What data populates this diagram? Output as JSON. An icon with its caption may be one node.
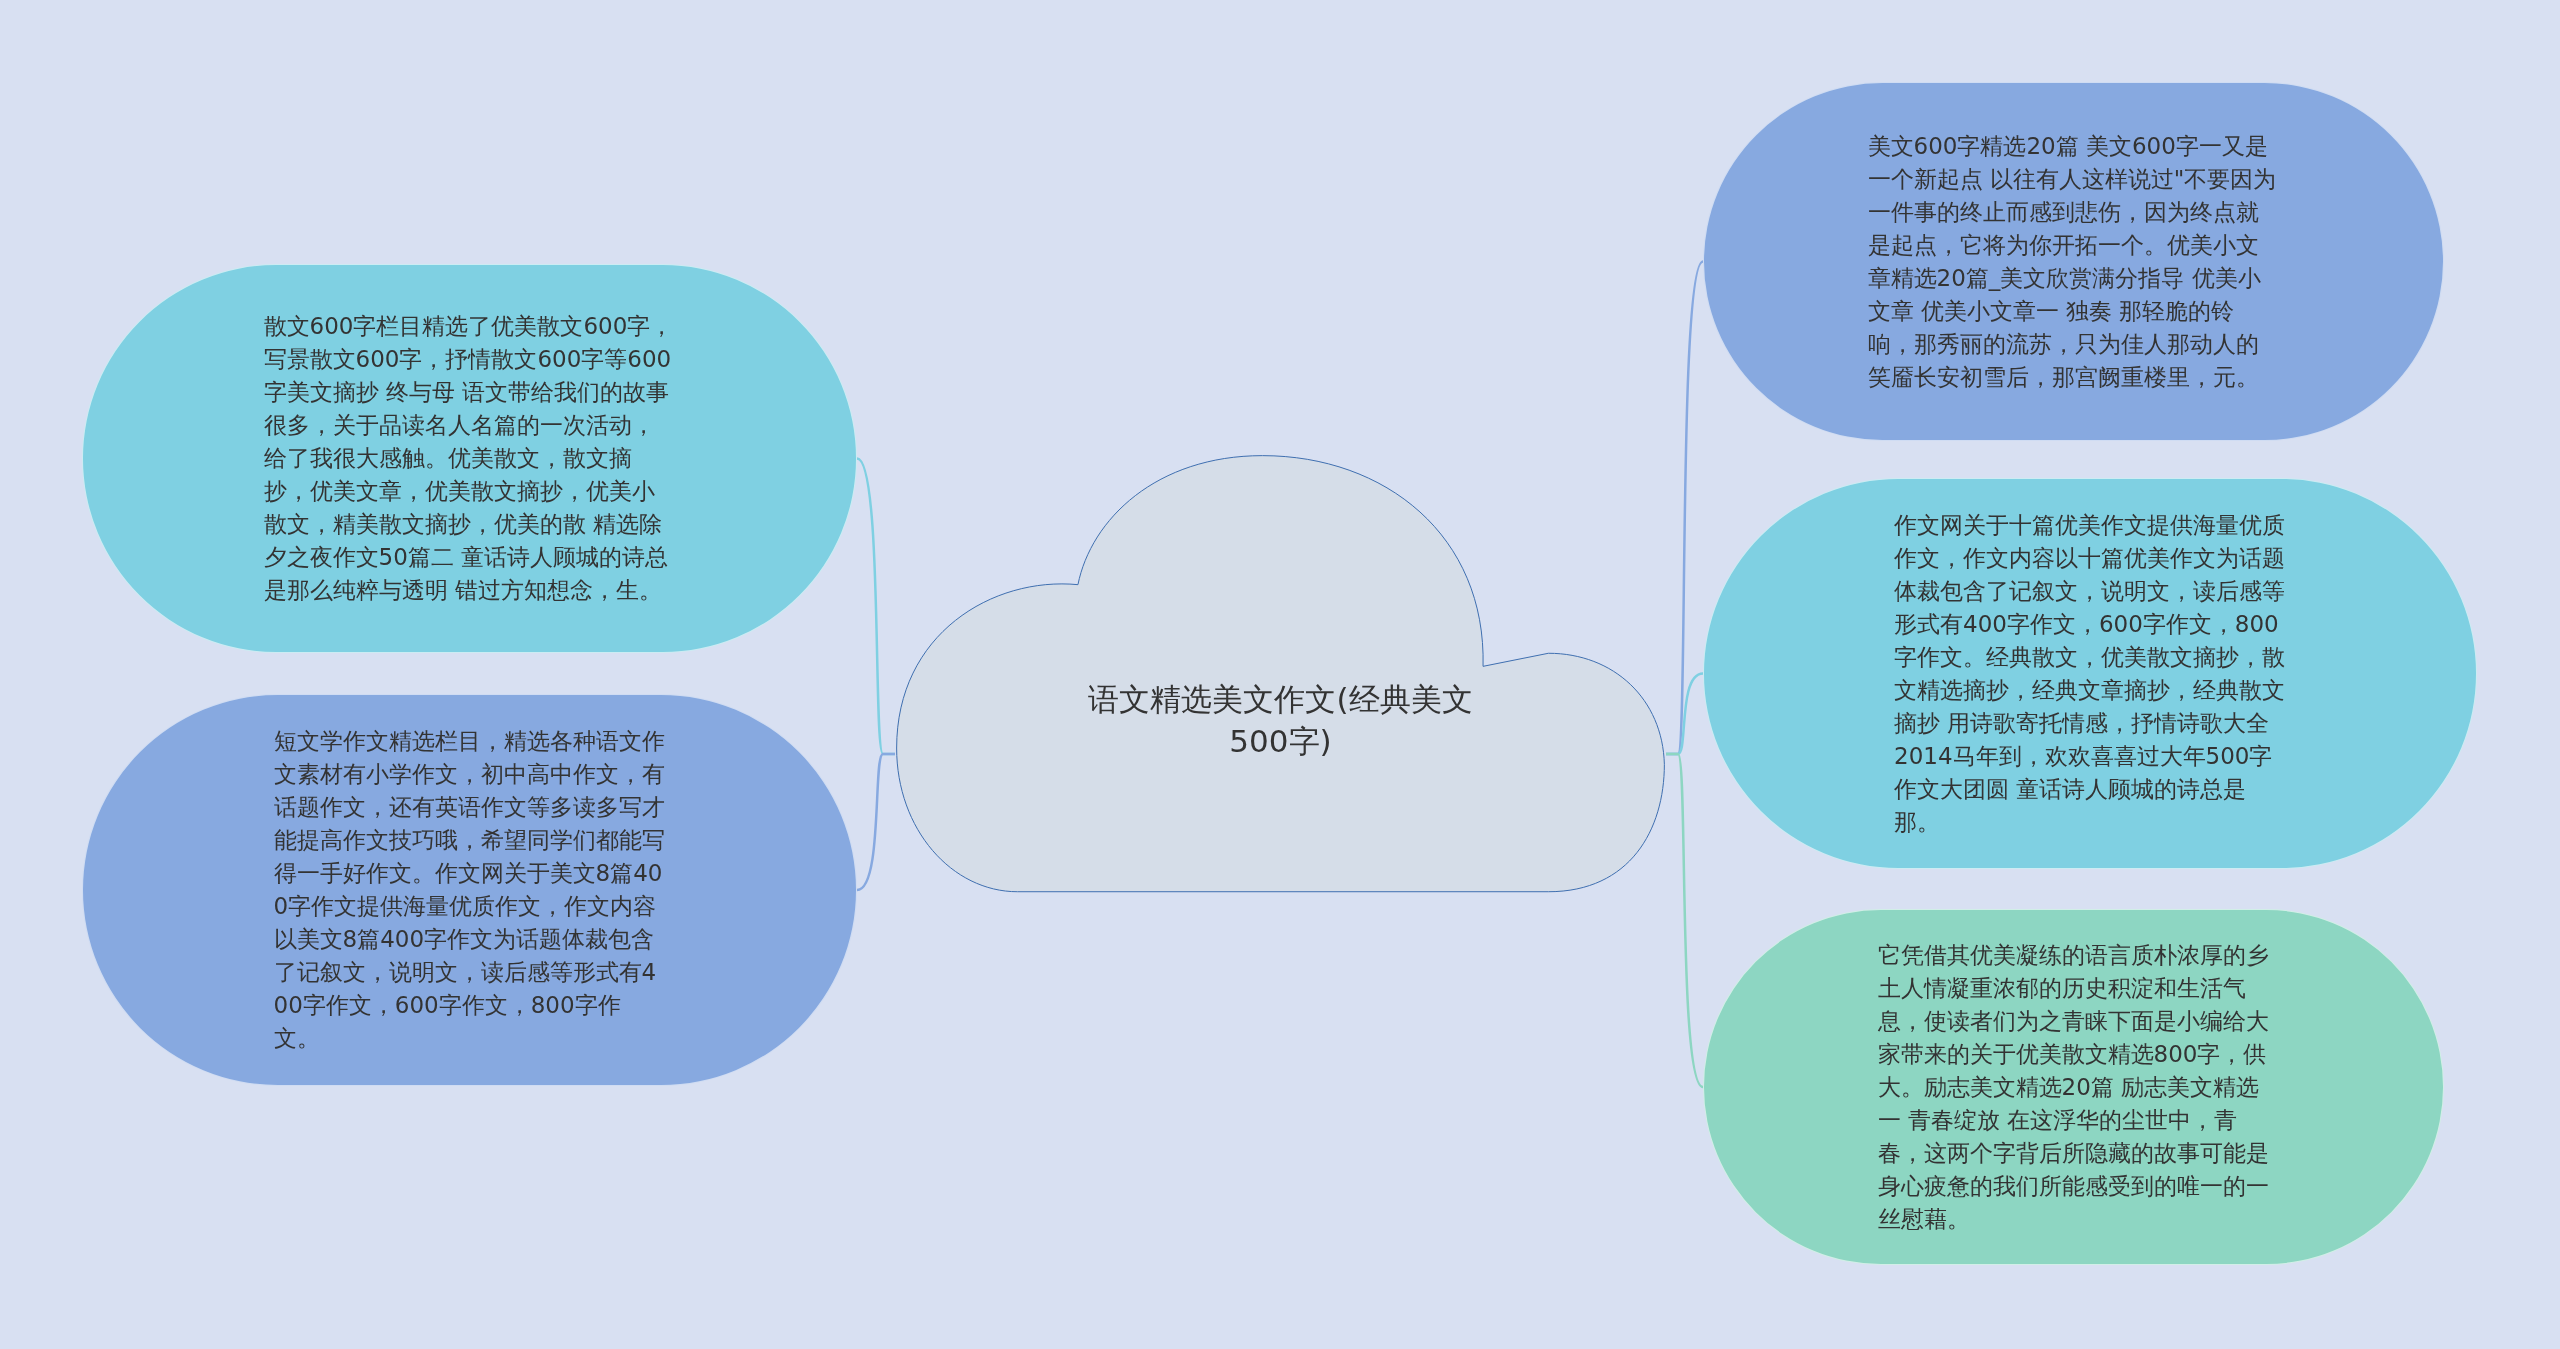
{
  "diagram": {
    "nodes": [
      {
        "text": [
          "语文精选美文作文(经典美文500字)"
        ]
      },
      {
        "text": [
          "散文600字栏目精选了优美散文600字，写景散文600字，抒情散文600字等600字美文摘抄 终与母 语文带给我们的故事很多，关于品读名人名篇的一次活动，给了我很大感触。优美散文，散文摘抄，优美文章，优美散文摘抄，优美小散文，精美散文摘抄，优美的散 精选除夕之夜作文50篇二 童话诗人顾城的诗总是那么纯粹与透明 错过方知想念，生。"
        ]
      },
      {
        "text": [
          "短文学作文精选栏目，精选各种语文作文素材有小学作文，初中高中作文，有话题作文，还有英语作文等多读多写才能提高作文技巧哦，希望同学们都能写得一手好作文。作文网关于美文8篇400字作文提供海量优质作文，作文内容以美文8篇400字作文为话题体裁包含了记叙文，说明文，读后感等形式有400字作文，600字作文，800字作文。"
        ]
      },
      {
        "text": [
          "美文600字精选20篇 美文600字一又是一个新起点 以往有人这样说过\"不要因为一件事的终止而感到悲伤，因为终点就是起点，它将为你开拓一个。优美小文章精选20篇_美文欣赏满分指导  优美小文章 优美小文章一 独奏 那轻脆的铃响，那秀丽的流苏，只为佳人那动人的笑靥长安初雪后，那宫阙重楼里，元。"
        ]
      },
      {
        "text": [
          "作文网关于十篇优美作文提供海量优质作文，作文内容以十篇优美作文为话题体裁包含了记叙文，说明文，读后感等形式有400字作文，600字作文，800字作文。经典散文，优美散文摘抄，散文精选摘抄，经典文章摘抄，经典散文摘抄 用诗歌寄托情感，抒情诗歌大全 2014马年到，欢欢喜喜过大年500字作文大团圆 童话诗人顾城的诗总是那。"
        ]
      },
      {
        "text": [
          "它凭借其优美凝练的语言质朴浓厚的乡土人情凝重浓郁的历史积淀和生活气息，使读者们为之青睐下面是小编给大家带来的关于优美散文精选800字，供大。励志美文精选20篇 励志美文精选一 青春绽放 在这浮华的尘世中，青春，这两个字背后所隐藏的故事可能是身心疲惫的我们所能感受到的唯一的一丝慰藉。"
        ]
      }
    ],
    "edges": [
      {
        "from": 0,
        "to": 1,
        "arrow": "none",
        "color": "#7fd0e2"
      },
      {
        "from": 0,
        "to": 2,
        "arrow": "none",
        "color": "#87a9e0"
      },
      {
        "from": 0,
        "to": 3,
        "arrow": "none",
        "color": "#87a9e0"
      },
      {
        "from": 0,
        "to": 4,
        "arrow": "none",
        "color": "#7fd0e2"
      },
      {
        "from": 0,
        "to": 5,
        "arrow": "none",
        "color": "#8dd6c2"
      }
    ]
  }
}
